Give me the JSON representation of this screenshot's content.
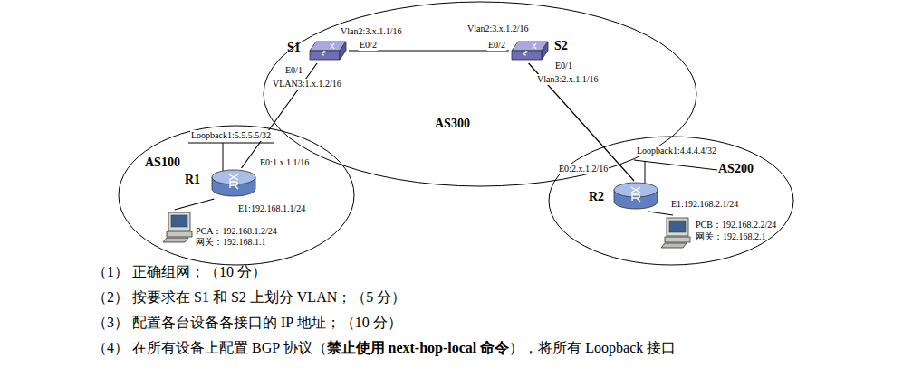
{
  "diagram": {
    "nodes": [
      {
        "text": [
          "AS300"
        ]
      },
      {
        "text": [
          "S1"
        ],
        "in": 0
      },
      {
        "text": [
          "S2"
        ],
        "in": 0
      },
      {
        "text": [
          "AS100"
        ]
      },
      {
        "text": [
          "R1"
        ],
        "in": 3
      },
      {
        "text": [
          "PCA：192.168.1.2/24",
          "网关：192.168.1.1"
        ],
        "in": 3
      },
      {
        "text": [
          "AS200"
        ]
      },
      {
        "text": [
          "R2"
        ],
        "in": 6
      },
      {
        "text": [
          "PCB：192.168.2.2/24",
          "网关：192.168.2.1"
        ],
        "in": 6
      }
    ],
    "edges": [
      {
        "from": 1,
        "to": 2,
        "arrow": "none"
      },
      {
        "from": 1,
        "to": 4,
        "arrow": "none"
      },
      {
        "from": 2,
        "to": 7,
        "arrow": "none"
      },
      {
        "from": 4,
        "to": 5,
        "arrow": "none"
      },
      {
        "from": 7,
        "to": 8,
        "arrow": "none"
      }
    ],
    "labels": [
      "Vlan2:3.x.1.1/16",
      "E0/2",
      "Vlan2:3.x.1.2/16",
      "E0/2",
      "E0/1",
      "VLAN3:1.x.1.2/16",
      "E0/1",
      "Vlan3:2.x.1.1/16",
      "Loopback1:5.5.5.5/32",
      "E0:1.x.1.1/16",
      "E1:192.168.1.1/24",
      "Loopback1:4.4.4.4/32",
      "E0:2.x.1.2/16",
      "E1:192.168.2.1/24",
      "（1） 正确组网；（10 分）",
      "（2） 按要求在 S1 和 S2 上划分 VLAN；（5 分）",
      "（3） 配置各台设备各接口的 IP 地址；（10 分）",
      "（4） 在所有设备上配置 BGP 协议（",
      "禁止使用 next-hop-local 命令",
      "），将所有 Loopback 接口"
    ]
  }
}
